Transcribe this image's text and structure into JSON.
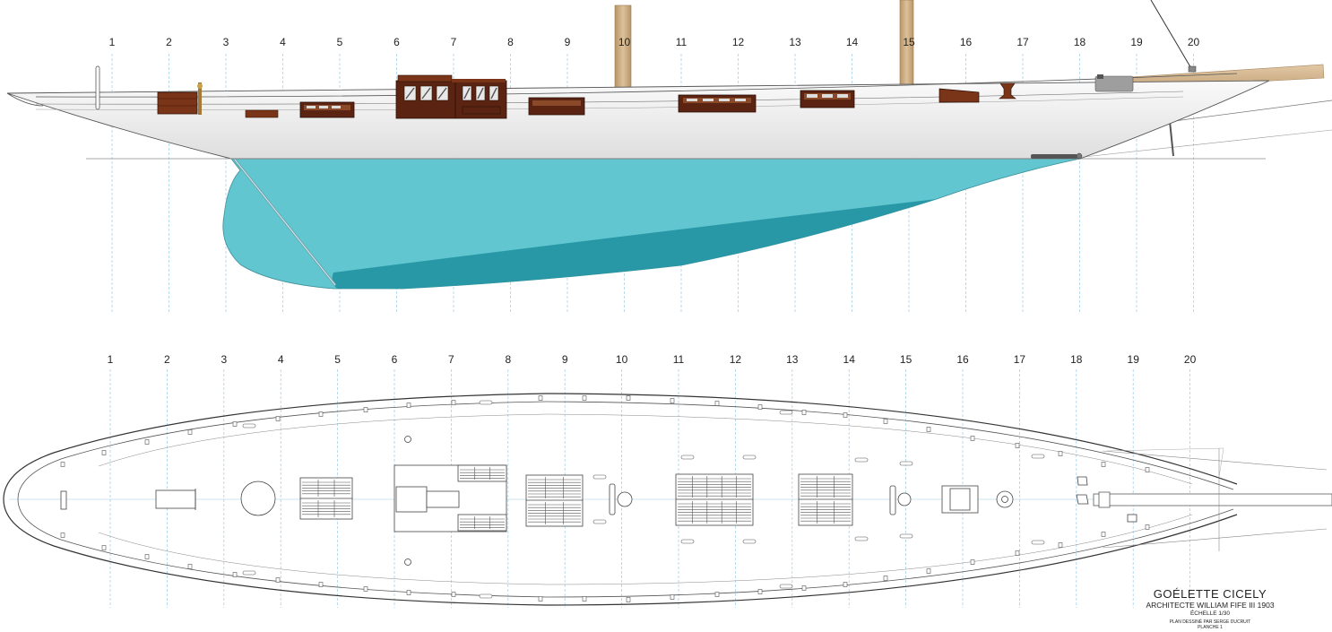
{
  "title_block": {
    "title": "GOÉLETTE CICELY",
    "architect": "ARCHITECTE WILLIAM FIFE III 1903",
    "scale": "ÉCHELLE 1/30",
    "drawn_by": "PLAN DESSINÉ PAR SERGE DUCRUIT",
    "sheet": "PLANCHE 1"
  },
  "stations": [
    "1",
    "2",
    "3",
    "4",
    "5",
    "6",
    "7",
    "8",
    "9",
    "10",
    "11",
    "12",
    "13",
    "14",
    "15",
    "16",
    "17",
    "18",
    "19",
    "20"
  ],
  "colors": {
    "hull_topsides": "#f1f1f1",
    "underwater_hull": "#62c6d0",
    "keel_shadow": "#2596a4",
    "deckhouse_wood": "#5b2412",
    "spar_wood": "#d3b48c",
    "station_line": "#9bcbe6",
    "outline": "#444444"
  },
  "views": [
    "profile",
    "deck-plan"
  ]
}
